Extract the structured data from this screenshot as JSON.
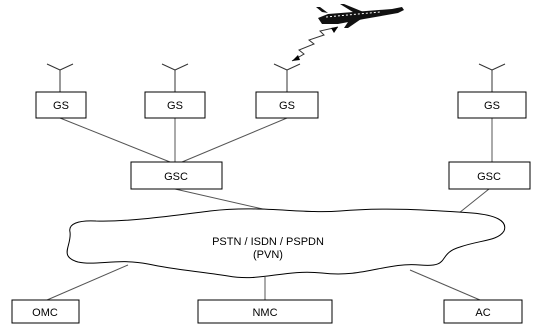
{
  "nodes": {
    "gs1": "GS",
    "gs2": "GS",
    "gs3": "GS",
    "gs4": "GS",
    "gsc_left": "GSC",
    "gsc_right": "GSC",
    "omc": "OMC",
    "nmc": "NMC",
    "ac": "AC"
  },
  "network": {
    "line1": "PSTN / ISDN / PSPDN",
    "line2": "(PVN)"
  },
  "icons": {
    "aircraft": "airplane-icon",
    "radio_link": "zigzag-link-icon",
    "antenna": "antenna-icon"
  }
}
